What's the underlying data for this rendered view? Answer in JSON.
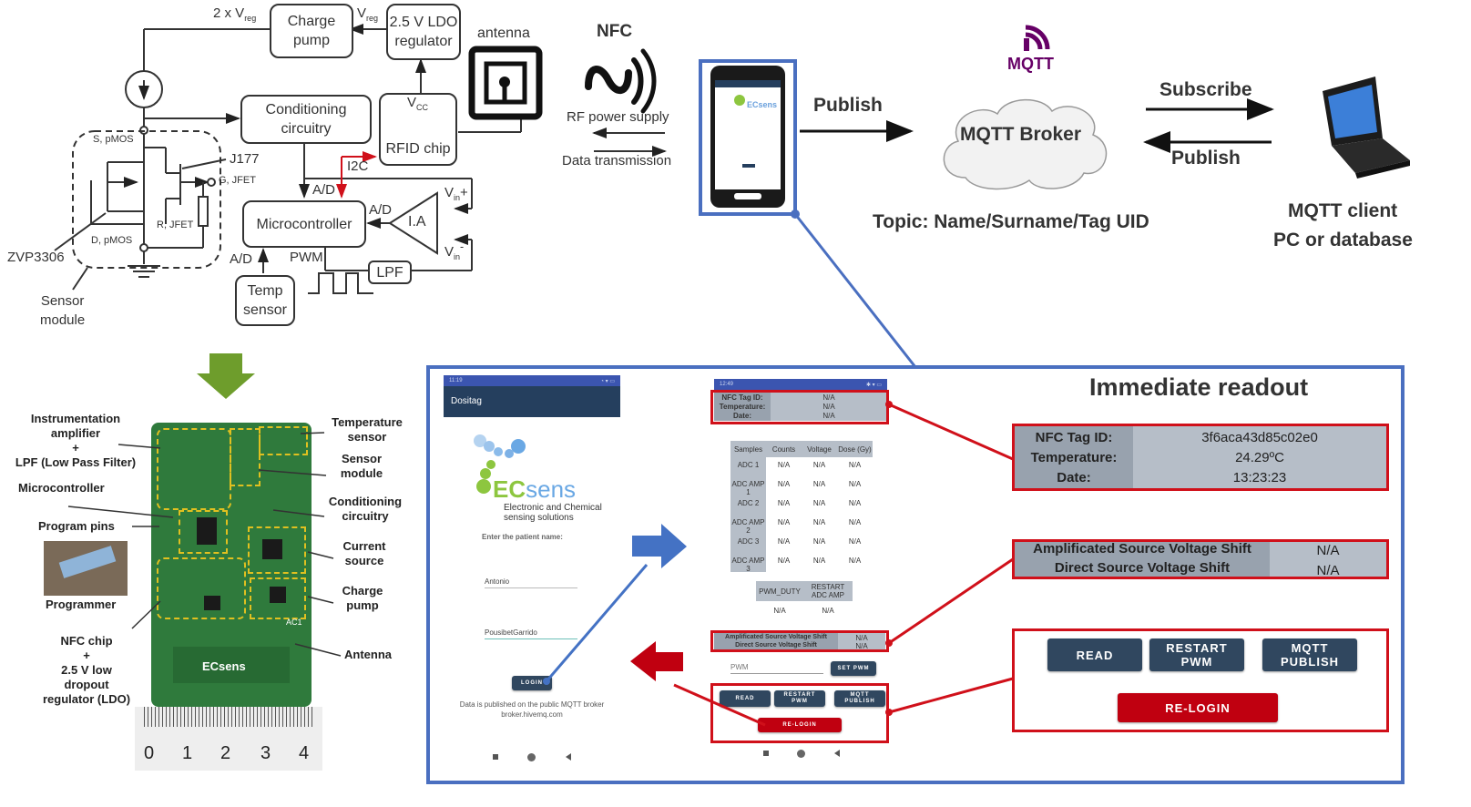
{
  "circuit": {
    "blocks": {
      "charge_pump": "Charge\npump",
      "ldo": "2.5 V LDO\nregulator",
      "conditioning": "Conditioning\ncircuitry",
      "rfid": "RFID chip",
      "microcontroller": "Microcontroller",
      "temp_sensor": "Temp\nsensor",
      "lpf": "LPF",
      "ia": "I.A"
    },
    "labels": {
      "two_vreg": "2 x V",
      "two_vreg_sub": "reg",
      "vreg": "V",
      "vreg_sub": "reg",
      "vcc": "V",
      "vcc_sub": "CC",
      "antenna": "antenna",
      "i2c": "I2C",
      "ad_top": "A/D",
      "ad_ia": "A/D",
      "ad_temp": "A/D",
      "pwm": "PWM",
      "vin_plus": "V",
      "vin_plus_sub": "in",
      "vin_plus_sign": "+",
      "vin_minus": "V",
      "vin_minus_sub": "in",
      "vin_minus_sign": "-",
      "s_pmos": "S, pMOS",
      "d_pmos": "D, pMOS",
      "g_jfet": "G, JFET",
      "r_jfet": "R, JFET",
      "j177": "J177",
      "zvp": "ZVP3306",
      "sensor_module": "Sensor\nmodule"
    }
  },
  "nfc": {
    "title": "NFC",
    "rf_power": "RF power supply",
    "data_tx": "Data transmission"
  },
  "mqtt": {
    "publish_left": "Publish",
    "logo_text": "MQTT",
    "broker": "MQTT Broker",
    "subscribe": "Subscribe",
    "publish_right": "Publish",
    "topic": "Topic: Name/Surname/Tag UID",
    "client_line1": "MQTT client",
    "client_line2": "PC or database"
  },
  "pcb": {
    "left_labels": [
      "Instrumentation\namplifier\n+\nLPF (Low Pass Filter)",
      "Microcontroller",
      "Program pins",
      "Programmer",
      "NFC chip\n+\n2.5 V low\ndropout\nregulator (LDO)"
    ],
    "right_labels": [
      "Temperature\nsensor",
      "Sensor\nmodule",
      "Conditioning\ncircuitry",
      "Current\nsource",
      "Charge\npump",
      "Antenna"
    ],
    "board_mark": "AC1",
    "board_logo": "ECsens",
    "ruler_ticks": [
      "0",
      "1",
      "2",
      "3",
      "4"
    ]
  },
  "login_screen": {
    "status_time": "11:19",
    "app_title": "Dositag",
    "logo_ec": "EC",
    "logo_sens": "sens",
    "logo_sub1": "Electronic and Chemical",
    "logo_sub2": "sensing solutions",
    "prompt": "Enter the patient name:",
    "first_name": "Antonio",
    "surname": "PousibetGarrido",
    "login_button": "LOGIN",
    "footer1": "Data is published on the public MQTT broker",
    "footer2": "broker.hivemq.com"
  },
  "reading_screen": {
    "status_time": "12:49",
    "info_labels": [
      "NFC Tag ID:",
      "Temperature:",
      "Date:"
    ],
    "info_values": [
      "N/A",
      "N/A",
      "N/A"
    ],
    "table_headers": [
      "Samples",
      "Counts",
      "Voltage",
      "Dose (Gy)"
    ],
    "table_rows": [
      {
        "sample": "ADC 1",
        "counts": "N/A",
        "voltage": "N/A",
        "dose": "N/A"
      },
      {
        "sample": "ADC AMP 1",
        "counts": "N/A",
        "voltage": "N/A",
        "dose": "N/A"
      },
      {
        "sample": "ADC 2",
        "counts": "N/A",
        "voltage": "N/A",
        "dose": "N/A"
      },
      {
        "sample": "ADC AMP 2",
        "counts": "N/A",
        "voltage": "N/A",
        "dose": "N/A"
      },
      {
        "sample": "ADC 3",
        "counts": "N/A",
        "voltage": "N/A",
        "dose": "N/A"
      },
      {
        "sample": "ADC AMP 3",
        "counts": "N/A",
        "voltage": "N/A",
        "dose": "N/A"
      }
    ],
    "pwm_headers": [
      "PWM_DUTY",
      "RESTART ADC AMP"
    ],
    "pwm_values": [
      "N/A",
      "N/A"
    ],
    "shift_labels": [
      "Amplificated Source Voltage Shift",
      "Direct Source Voltage Shift"
    ],
    "shift_values": [
      "N/A",
      "N/A"
    ],
    "pwm_placeholder": "PWM",
    "set_pwm": "SET PWM",
    "buttons": {
      "read": "READ",
      "restart_pwm": "RESTART\nPWM",
      "mqtt_publish": "MQTT\nPUBLISH",
      "relogin": "RE-LOGIN"
    }
  },
  "readout": {
    "title": "Immediate readout",
    "info_labels": [
      "NFC Tag ID:",
      "Temperature:",
      "Date:"
    ],
    "info_values": [
      "3f6aca43d85c02e0",
      "24.29ºC",
      "13:23:23"
    ],
    "shift_labels": [
      "Amplificated Source Voltage Shift",
      "Direct Source Voltage Shift"
    ],
    "shift_values": [
      "N/A",
      "N/A"
    ],
    "buttons": {
      "read": "READ",
      "restart_pwm": "RESTART\nPWM",
      "mqtt_publish": "MQTT\nPUBLISH",
      "relogin": "RE-LOGIN"
    }
  },
  "colors": {
    "frame_blue": "#4a6fc0",
    "highlight_red": "#d0101a",
    "app_dark": "#30475f",
    "pcb_green": "#2f7a3c",
    "arrow_green": "#6e9d2c",
    "mqtt_purple": "#660066"
  }
}
